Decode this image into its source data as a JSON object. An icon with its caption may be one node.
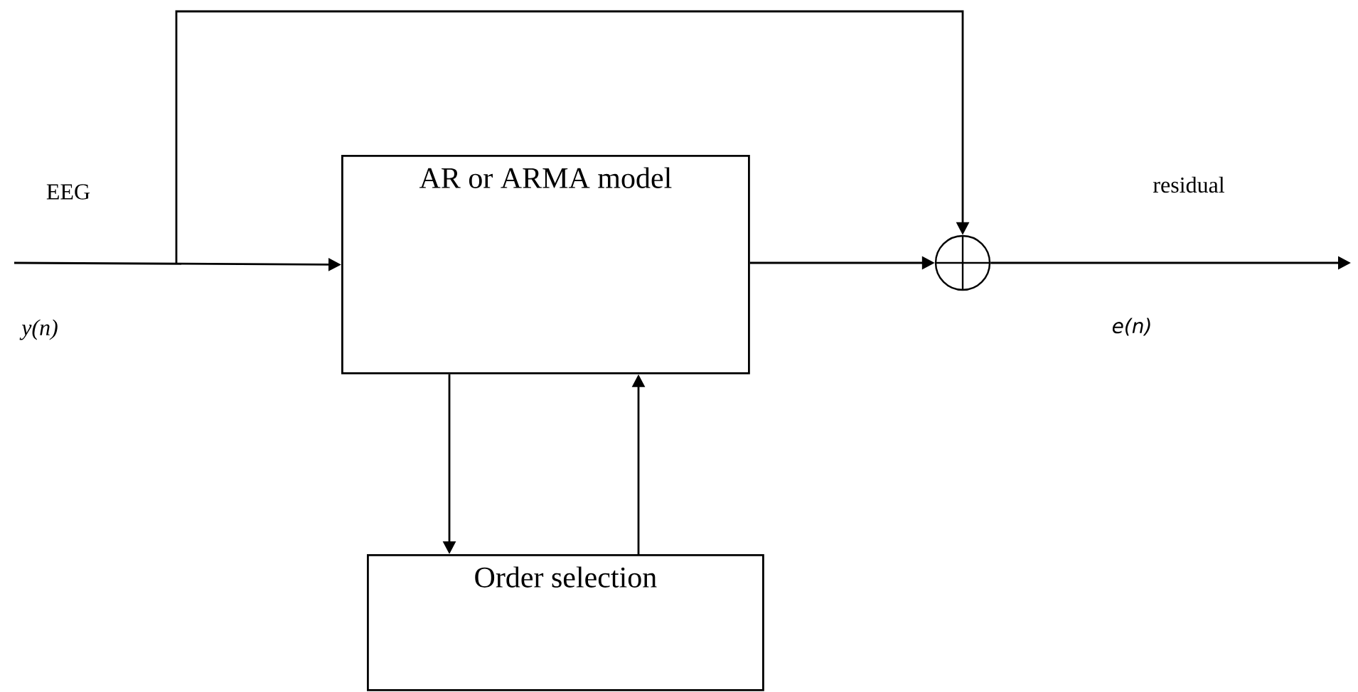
{
  "diagram": {
    "nodes": [
      {
        "text": [
          "AR or ARMA model"
        ]
      },
      {
        "text": [
          "Order selection"
        ]
      },
      {
        "text": [],
        "shape": "circle"
      }
    ],
    "edges": [
      {
        "from": null,
        "to": 0,
        "arrow": "to"
      },
      {
        "from": null,
        "to": 2,
        "arrow": "to"
      },
      {
        "from": 0,
        "to": 2,
        "arrow": "to"
      },
      {
        "from": 2,
        "to": null,
        "arrow": "to"
      },
      {
        "from": 0,
        "to": 1,
        "arrow": "to"
      },
      {
        "from": 1,
        "to": 0,
        "arrow": "to"
      }
    ],
    "labels": [
      "EEG",
      "y(n)",
      "residual",
      "e(n)"
    ]
  }
}
